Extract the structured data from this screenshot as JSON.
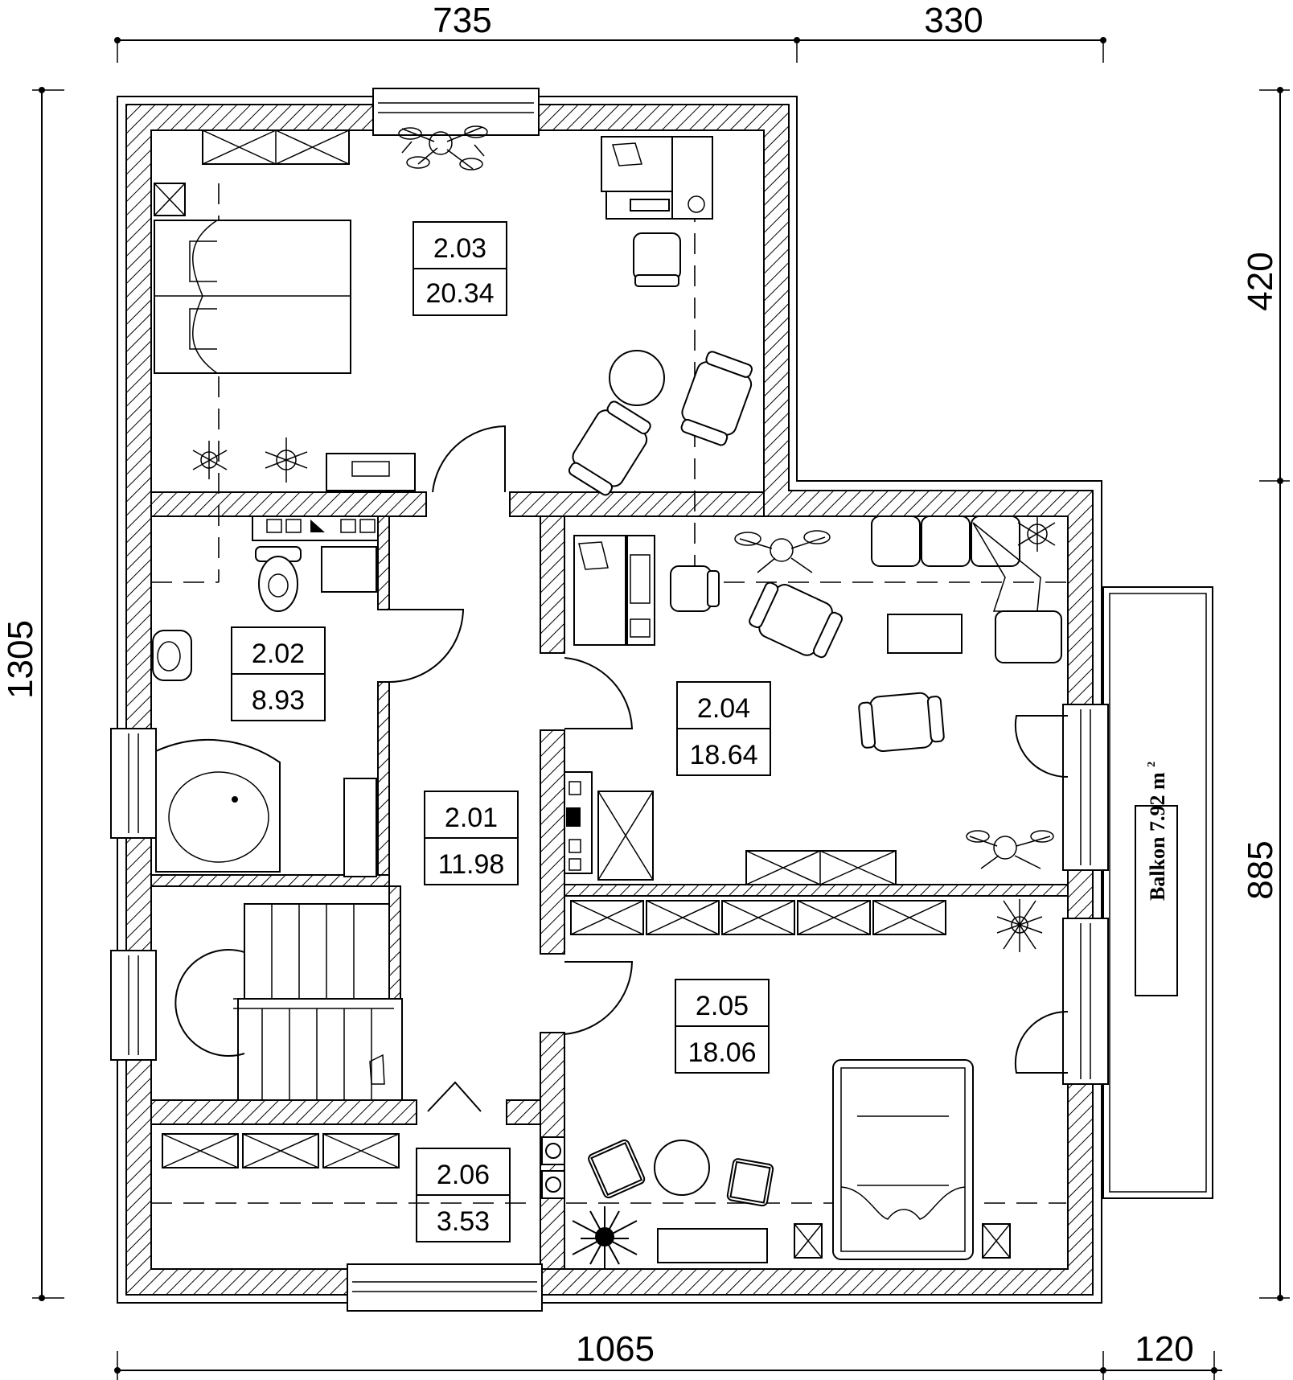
{
  "dimensions": {
    "top_left": "735",
    "top_right": "330",
    "right_upper": "420",
    "right_lower": "885",
    "left": "1305",
    "bottom_left": "1065",
    "bottom_right": "120"
  },
  "rooms": [
    {
      "id": "2.03",
      "area": "20.34"
    },
    {
      "id": "2.02",
      "area": "8.93"
    },
    {
      "id": "2.01",
      "area": "11.98"
    },
    {
      "id": "2.04",
      "area": "18.64"
    },
    {
      "id": "2.05",
      "area": "18.06"
    },
    {
      "id": "2.06",
      "area": "3.53"
    }
  ],
  "balcony": {
    "label": "Balkon",
    "area": "7.92",
    "unit": "m",
    "sup": "2"
  }
}
